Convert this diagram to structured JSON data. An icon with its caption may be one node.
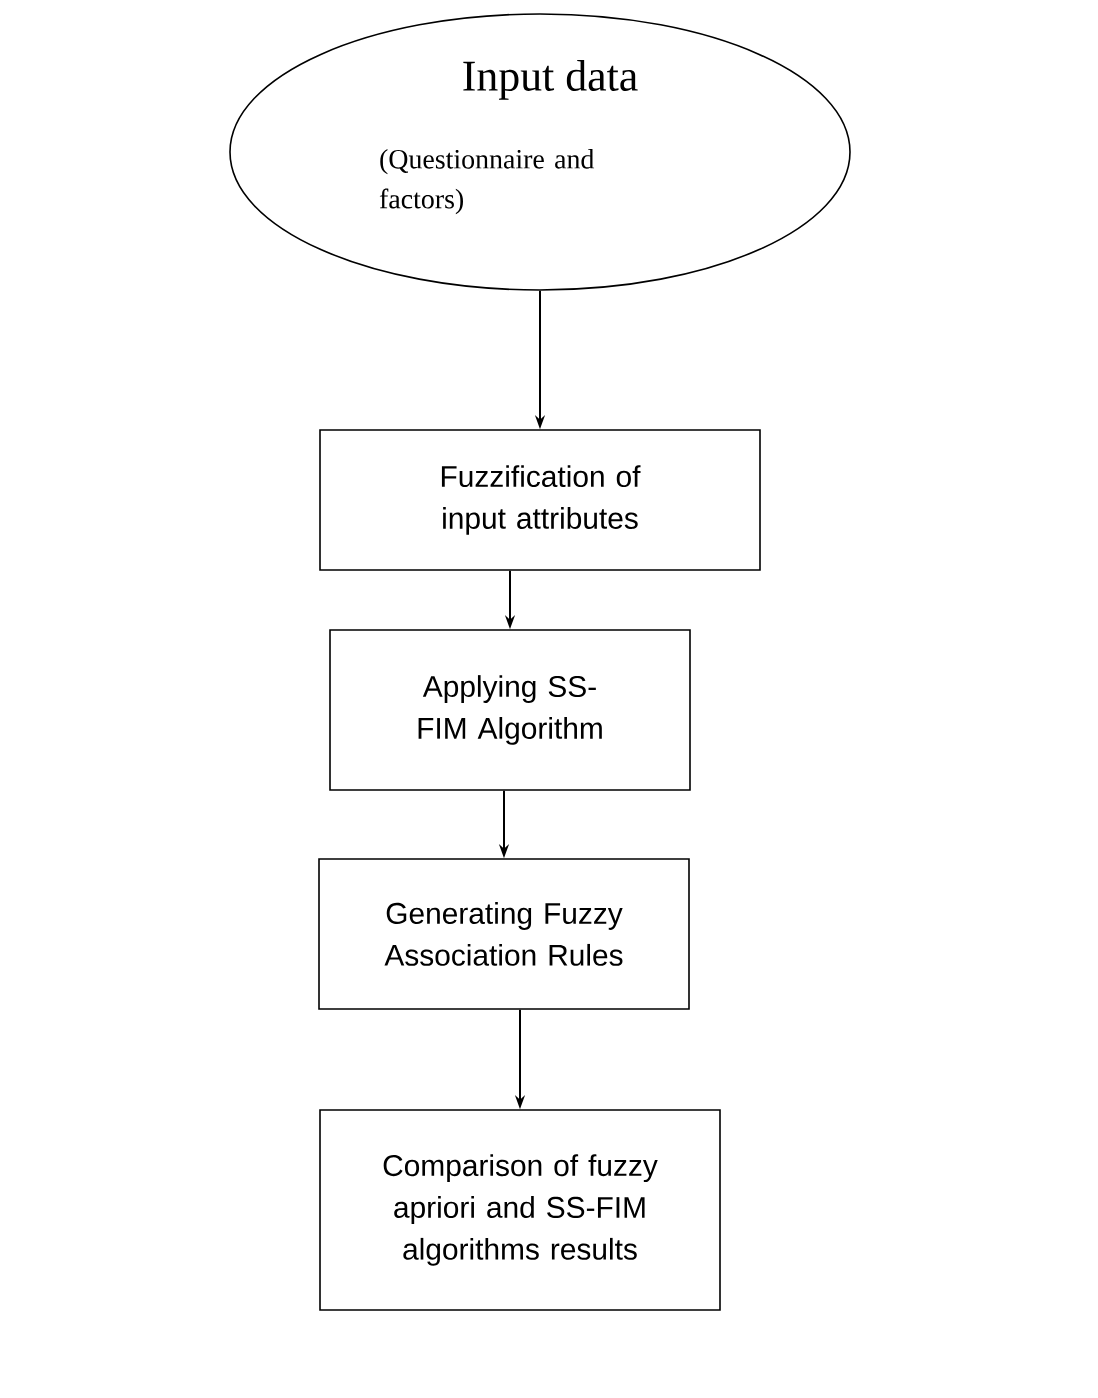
{
  "diagram": {
    "nodes": [
      {
        "text": [
          "Input data",
          "(Questionnaire and factors)"
        ]
      },
      {
        "text": [
          "Fuzzification of input attributes"
        ]
      },
      {
        "text": [
          "Applying SS-FIM Algorithm"
        ]
      },
      {
        "text": [
          "Generating Fuzzy Association Rules"
        ]
      },
      {
        "text": [
          "Comparison of fuzzy apriori and SS-FIM algorithms results"
        ]
      }
    ],
    "edges": [
      {
        "from": 0,
        "to": 1,
        "arrow": "to"
      },
      {
        "from": 1,
        "to": 2,
        "arrow": "to"
      },
      {
        "from": 2,
        "to": 3,
        "arrow": "to"
      },
      {
        "from": 3,
        "to": 4,
        "arrow": "to"
      }
    ]
  }
}
